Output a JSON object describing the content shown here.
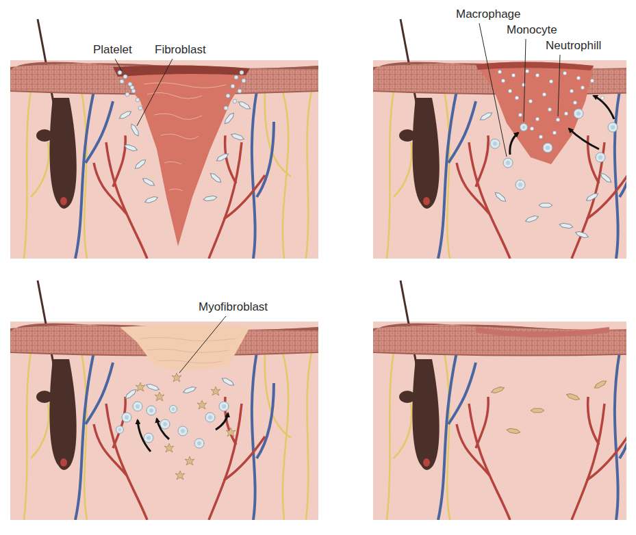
{
  "diagram": {
    "labels": [
      "Platelet",
      "Fibroblast",
      "Macrophage",
      "Monocyte",
      "Neutrophill",
      "Myofibroblast"
    ]
  }
}
